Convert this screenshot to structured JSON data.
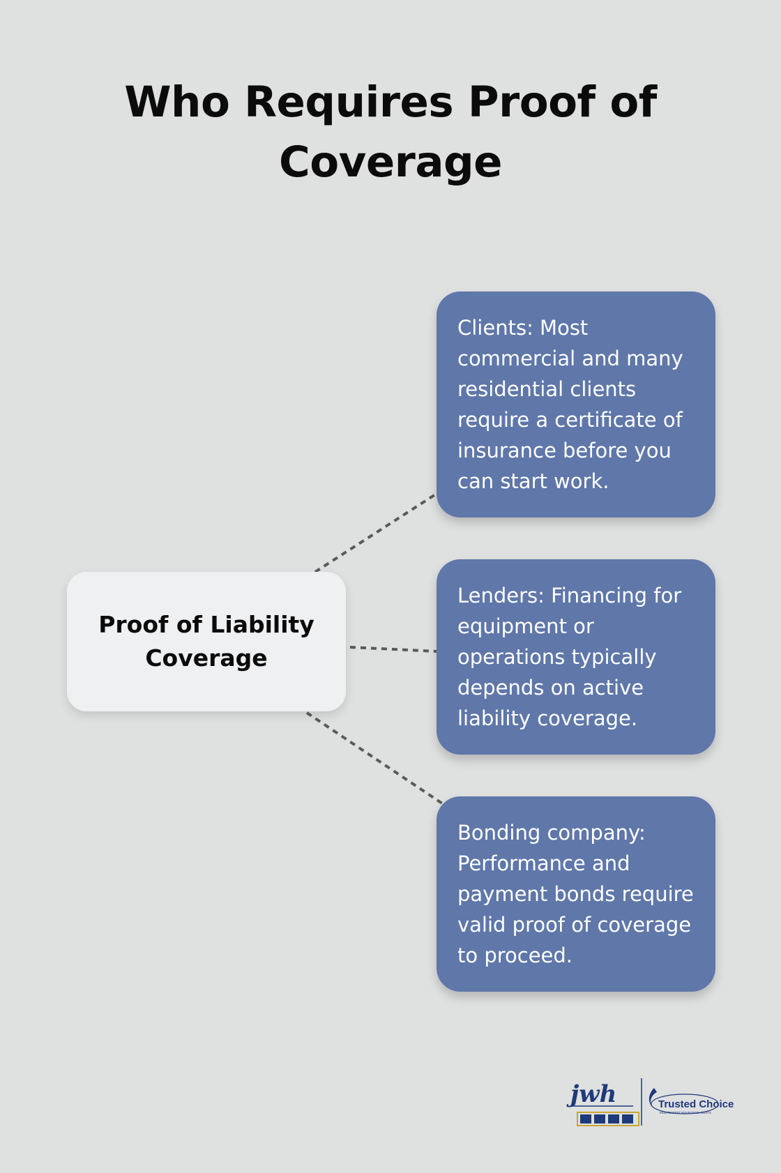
{
  "title": "Who Requires Proof of Coverage",
  "center": {
    "label": "Proof of Liability Coverage"
  },
  "cards": [
    {
      "text": "Clients: Most commercial and many residential clients require a certificate of insurance before you can start work."
    },
    {
      "text": "Lenders: Financing for equipment or operations typically depends on active liability coverage."
    },
    {
      "text": "Bonding company: Performance and payment bonds require valid proof of coverage to proceed."
    }
  ],
  "logos": {
    "primary": "jwh",
    "partner": "Trusted Choice",
    "partner_sub": "INDEPENDENT INSURANCE AGENTS"
  },
  "colors": {
    "background": "#dfe0e0",
    "card": "#5f77a9",
    "center_node": "#eff0f2",
    "connector": "#5a5a5a",
    "logo_navy": "#1f3a7a",
    "logo_gold": "#c9a43a"
  }
}
